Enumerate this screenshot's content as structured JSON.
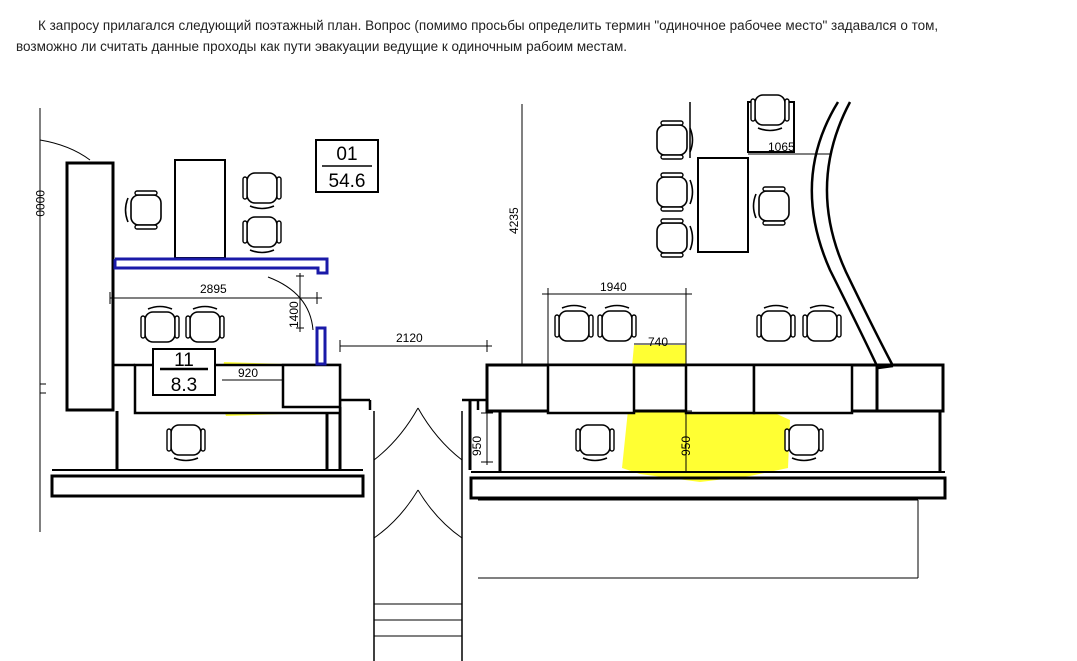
{
  "intro": {
    "line1": "К запросу прилагался следующий поэтажный план. Вопрос (помимо просьбы определить термин \"одиночное рабочее место\" задавался о том,",
    "line2": "возможно ли считать данные проходы как пути эвакуации ведущие к одиночным рабоим местам."
  },
  "plan": {
    "room_01": {
      "number": "01",
      "area": "54.6"
    },
    "room_11": {
      "number": "11",
      "area": "8.3"
    },
    "dims": {
      "d_left_edge": "0000",
      "d2895": "2895",
      "d1400": "1400",
      "d920": "920",
      "d2120": "2120",
      "d950_door": "950",
      "d4235": "4235",
      "d1940": "1940",
      "d740": "740",
      "d950_mid": "950",
      "d1065": "1065"
    },
    "colors": {
      "highlight": "#ffff33",
      "partition": "#1a1aa8",
      "line": "#000000"
    }
  }
}
